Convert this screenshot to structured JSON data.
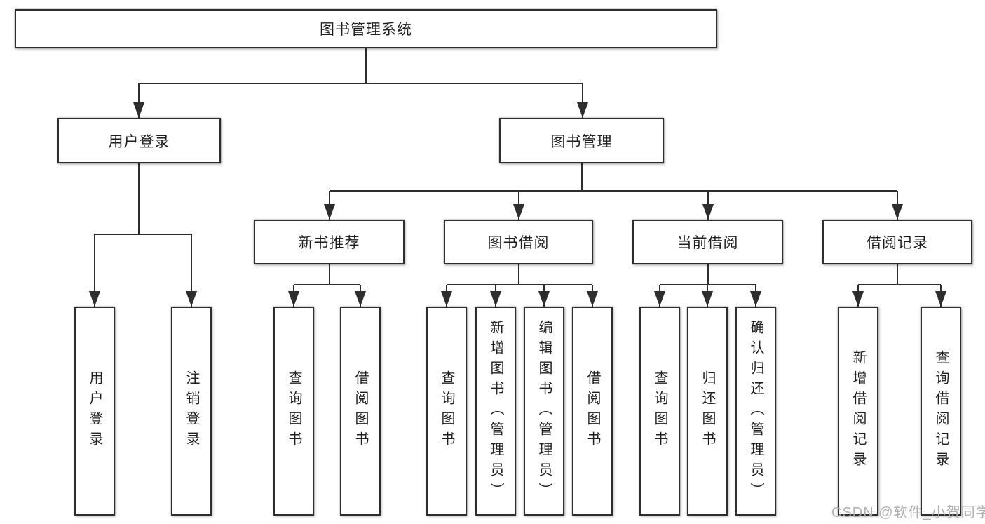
{
  "diagram": {
    "root": {
      "label": "图书管理系统"
    },
    "level2": [
      {
        "label": "用户登录"
      },
      {
        "label": "图书管理"
      }
    ],
    "level3": [
      {
        "label": "新书推荐"
      },
      {
        "label": "图书借阅"
      },
      {
        "label": "当前借阅"
      },
      {
        "label": "借阅记录"
      }
    ],
    "leaves": [
      {
        "label": "用户登录"
      },
      {
        "label": "注销登录"
      },
      {
        "label": "查询图书"
      },
      {
        "label": "借阅图书"
      },
      {
        "label": "查询图书"
      },
      {
        "label": "新增图书（管理员）"
      },
      {
        "label": "编辑图书（管理员）"
      },
      {
        "label": "借阅图书"
      },
      {
        "label": "查询图书"
      },
      {
        "label": "归还图书"
      },
      {
        "label": "确认归还（管理员）"
      },
      {
        "label": "新增借阅记录"
      },
      {
        "label": "查询借阅记录"
      }
    ],
    "watermark": "CSDN @软件_小贺同学",
    "colors": {
      "line": "#2e2e2e",
      "text": "#1f1f1f",
      "watermark": "#acacac",
      "background": "#ffffff"
    }
  }
}
